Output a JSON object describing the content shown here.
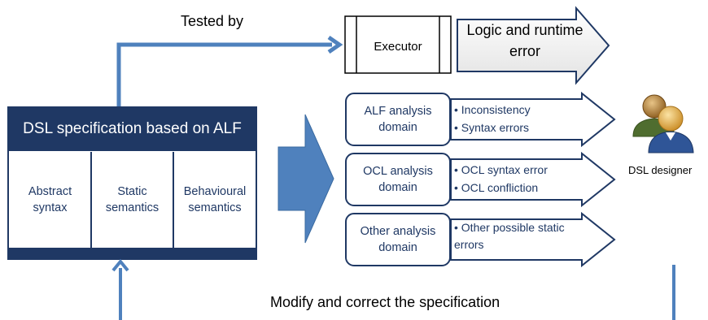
{
  "spec": {
    "title": "DSL specification based on ALF",
    "components": [
      "Abstract syntax",
      "Static semantics",
      "Behavioural semantics"
    ]
  },
  "edges": {
    "tested_by": "Tested by",
    "modify": "Modify and correct the specification"
  },
  "executor": {
    "label": "Executor",
    "output": "Logic and runtime error"
  },
  "domains": [
    {
      "name": "ALF analysis domain",
      "issues": [
        "Inconsistency",
        "Syntax errors"
      ]
    },
    {
      "name": "OCL analysis domain",
      "issues": [
        "OCL syntax error",
        "OCL confliction"
      ]
    },
    {
      "name": "Other analysis domain",
      "issues": [
        "Other possible static errors"
      ]
    }
  ],
  "actor": {
    "label": "DSL designer",
    "icon": "users-icon"
  },
  "colors": {
    "navy": "#1f3864",
    "blue": "#4f81bd"
  }
}
